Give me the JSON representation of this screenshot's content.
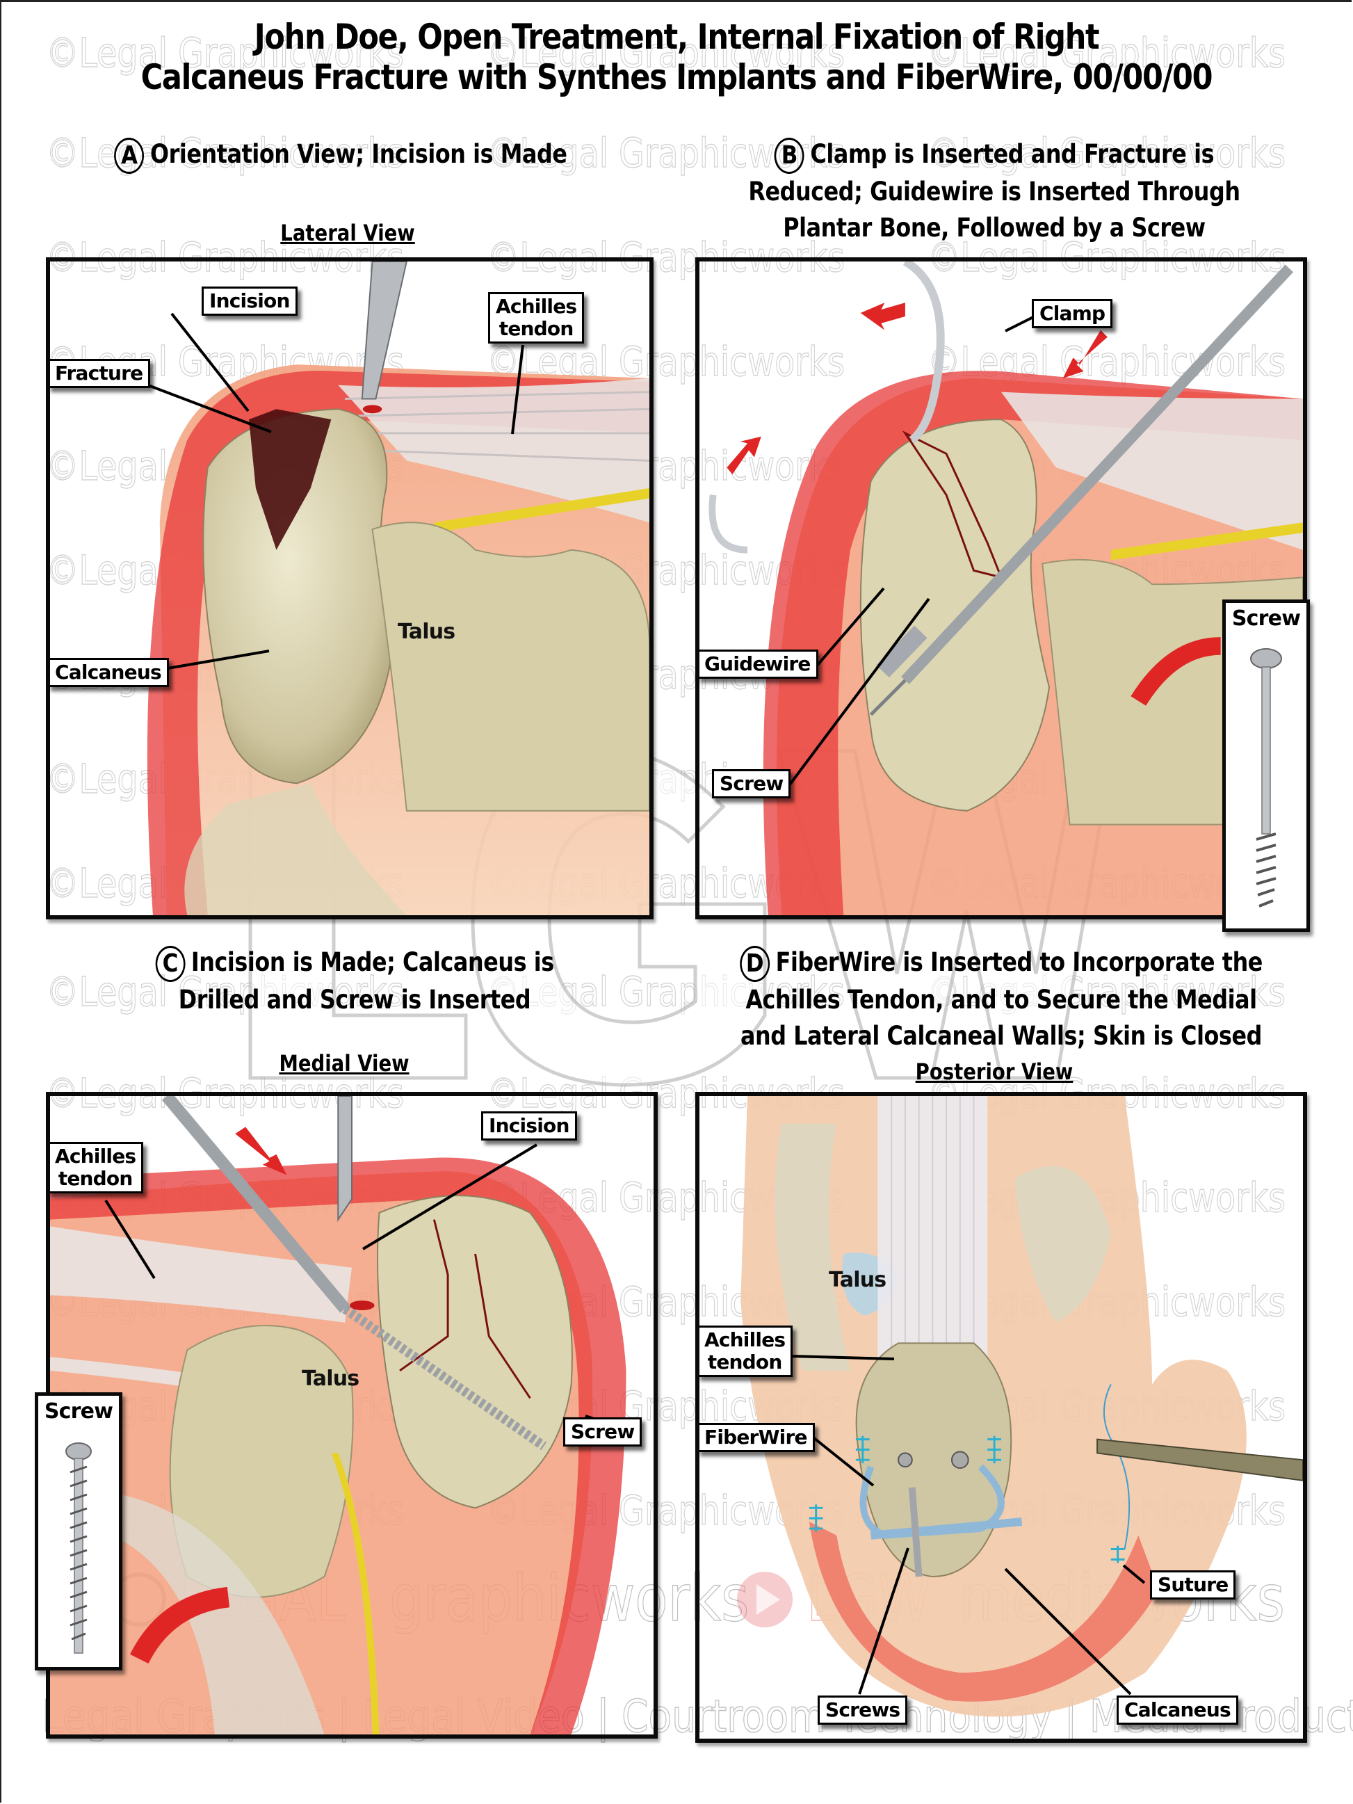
{
  "title": {
    "line1": "John Doe, Open Treatment, Internal Fixation of Right",
    "line2": "Calcaneus Fracture with Synthes Implants and FiberWire, 00/00/00"
  },
  "panels": {
    "a": {
      "letter": "A",
      "heading": [
        "Orientation View; Incision is Made"
      ],
      "view": "Lateral View",
      "labels": {
        "incision": "Incision",
        "achilles_line1": "Achilles",
        "achilles_line2": "tendon",
        "fracture": "Fracture",
        "calcaneus": "Calcaneus",
        "talus": "Talus"
      }
    },
    "b": {
      "letter": "B",
      "heading": [
        "Clamp is Inserted and Fracture is",
        "Reduced; Guidewire is Inserted Through",
        "Plantar Bone, Followed by a Screw"
      ],
      "labels": {
        "clamp": "Clamp",
        "guidewire": "Guidewire",
        "screw": "Screw",
        "inset_screw": "Screw"
      }
    },
    "c": {
      "letter": "C",
      "heading": [
        "Incision is Made; Calcaneus is",
        "Drilled and Screw is Inserted"
      ],
      "view": "Medial View",
      "labels": {
        "achilles_line1": "Achilles",
        "achilles_line2": "tendon",
        "incision": "Incision",
        "talus": "Talus",
        "screw": "Screw",
        "inset_screw": "Screw"
      }
    },
    "d": {
      "letter": "D",
      "heading": [
        "FiberWire is Inserted to Incorporate the",
        "Achilles Tendon, and to Secure the Medial",
        "and Lateral Calcaneal Walls; Skin is Closed"
      ],
      "view": "Posterior View",
      "labels": {
        "talus": "Talus",
        "achilles_line1": "Achilles",
        "achilles_line2": "tendon",
        "fiberwire": "FiberWire",
        "suture": "Suture",
        "screws": "Screws",
        "calcaneus": "Calcaneus"
      }
    }
  },
  "watermark": {
    "text": "©Legal Graphicworks",
    "logo": "LGW",
    "brand_legal": "LEGAL",
    "brand_graphicworks": "graphicworks",
    "brand_lgw": "LGW",
    "brand_mediaworks": "mediaworks",
    "tagline": "Legal Graphics | Legal Video | Courtroom Technology | Media Production"
  },
  "colors": {
    "skin_red": "#e8383a",
    "skin_tone": "#f2c7a6",
    "bone": "#d8d0ac",
    "tendon": "#e6e4e6",
    "nerve": "#e8d22a",
    "fiberwire": "#7fb4d6",
    "arrow_red": "#e02525"
  }
}
